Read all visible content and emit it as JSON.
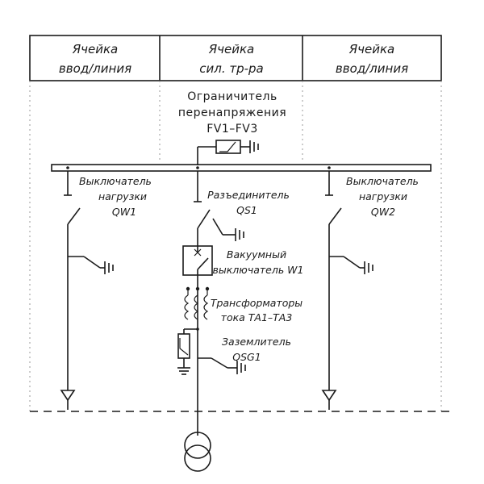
{
  "header": {
    "cells": [
      {
        "line1": "Ячейка",
        "line2": "ввод/линия"
      },
      {
        "line1": "Ячейка",
        "line2": "сил. тр-ра"
      },
      {
        "line1": "Ячейка",
        "line2": "ввод/линия"
      }
    ]
  },
  "surge_arrester": {
    "line1": "Ограничитель",
    "line2": "перенапряжения",
    "line3": "FV1–FV3"
  },
  "left_switch": {
    "line1": "Выключатель",
    "line2": "нагрузки",
    "line3": "QW1"
  },
  "right_switch": {
    "line1": "Выключатель",
    "line2": "нагрузки",
    "line3": "QW2"
  },
  "disconnector": {
    "line1": "Разъединитель",
    "line2": "QS1"
  },
  "vacuum_breaker": {
    "line1": "Вакуумный",
    "line2": "выключатель W1"
  },
  "current_transformers": {
    "line1": "Трансформаторы",
    "line2": "тока ТА1–ТА3"
  },
  "earthing_switch": {
    "line1": "Заземлитель",
    "line2": "QSG1"
  }
}
